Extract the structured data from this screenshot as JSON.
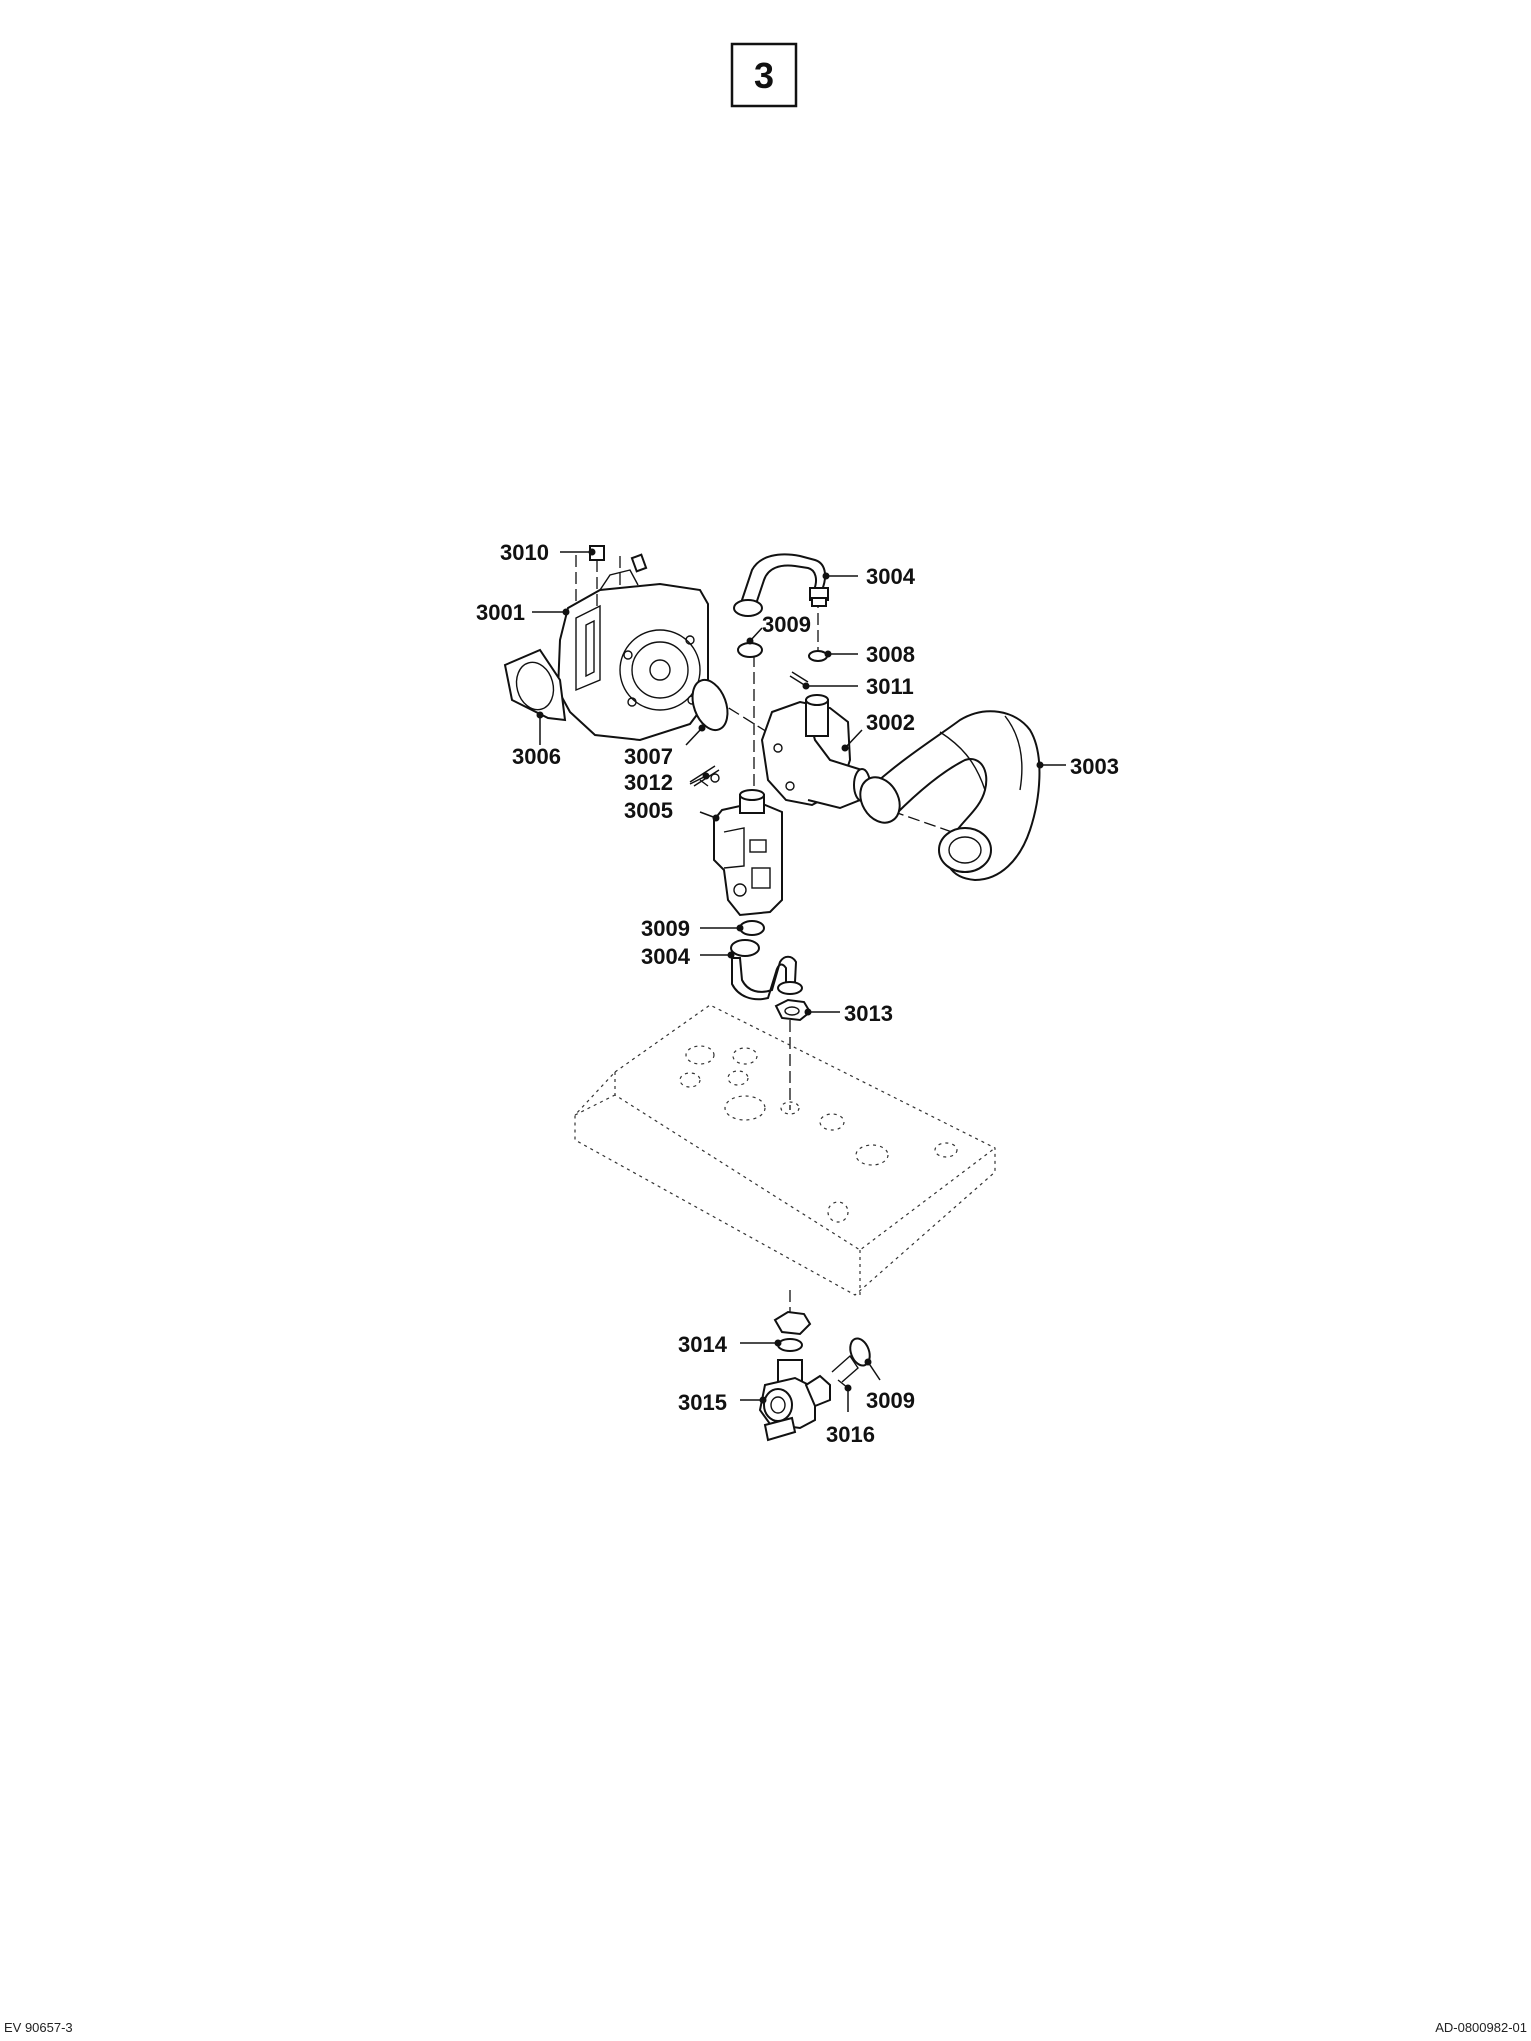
{
  "page_number": "3",
  "footer": {
    "left_ref": "EV 90657-3",
    "right_ref": "AD-0800982-01"
  },
  "labels": [
    {
      "id": "3010",
      "text": "3010"
    },
    {
      "id": "3001",
      "text": "3001"
    },
    {
      "id": "3006",
      "text": "3006"
    },
    {
      "id": "3007",
      "text": "3007"
    },
    {
      "id": "3012",
      "text": "3012"
    },
    {
      "id": "3005",
      "text": "3005"
    },
    {
      "id": "3009a",
      "text": "3009"
    },
    {
      "id": "3004a",
      "text": "3004"
    },
    {
      "id": "3004b",
      "text": "3004"
    },
    {
      "id": "3009b",
      "text": "3009"
    },
    {
      "id": "3008",
      "text": "3008"
    },
    {
      "id": "3011",
      "text": "3011"
    },
    {
      "id": "3002",
      "text": "3002"
    },
    {
      "id": "3003",
      "text": "3003"
    },
    {
      "id": "3013",
      "text": "3013"
    },
    {
      "id": "3014",
      "text": "3014"
    },
    {
      "id": "3015",
      "text": "3015"
    },
    {
      "id": "3009c",
      "text": "3009"
    },
    {
      "id": "3016",
      "text": "3016"
    }
  ]
}
